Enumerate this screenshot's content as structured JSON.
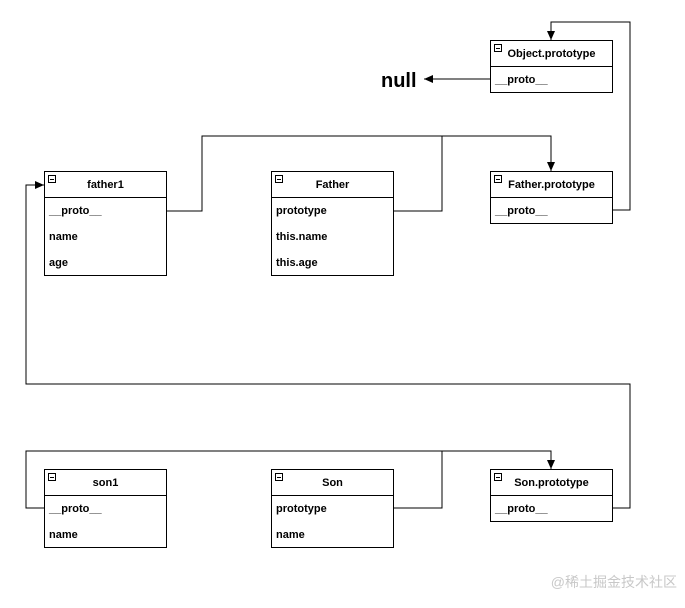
{
  "classes": {
    "object_prototype": {
      "title": "Object.prototype",
      "fields": [
        "__proto__"
      ]
    },
    "father1": {
      "title": "father1",
      "fields": [
        "__proto__",
        "name",
        "age"
      ]
    },
    "father": {
      "title": "Father",
      "fields": [
        "prototype",
        "this.name",
        "this.age"
      ]
    },
    "father_prototype": {
      "title": "Father.prototype",
      "fields": [
        "__proto__"
      ]
    },
    "son1": {
      "title": "son1",
      "fields": [
        "__proto__",
        "name"
      ]
    },
    "son": {
      "title": "Son",
      "fields": [
        "prototype",
        "name"
      ]
    },
    "son_prototype": {
      "title": "Son.prototype",
      "fields": [
        "__proto__"
      ]
    }
  },
  "null_label": "null",
  "watermark": "@稀土掘金技术社区"
}
